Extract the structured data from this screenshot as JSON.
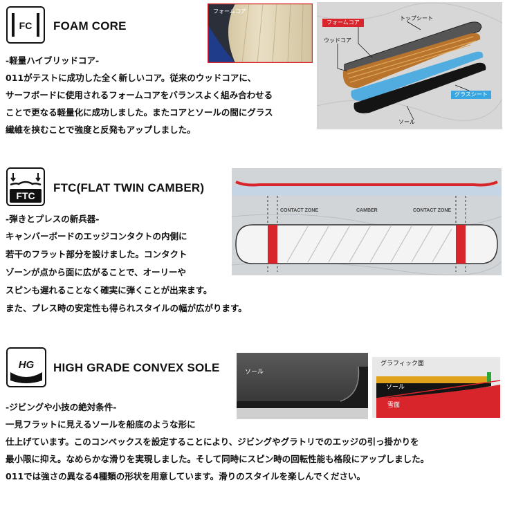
{
  "sections": [
    {
      "icon_text": "FC",
      "title": "FOAM CORE",
      "subtitle": "-軽量ハイブリッドコア-",
      "lines": [
        "011がテストに成功した全く新しいコア。従来のウッドコアに、",
        "サーフボードに使用されるフォームコアをバランスよく組み合わせる",
        "ことで更なる軽量化に成功しました。またコアとソールの間にグラス",
        "繊維を挟むことで強度と反発もアップしました。"
      ],
      "photo_label": "フォームコア",
      "diagram_labels": {
        "foam_core": "フォームコア",
        "top_sheet": "トップシート",
        "wood_core": "ウッドコア",
        "glass_sheet": "グラスシート",
        "sole": "ソール"
      }
    },
    {
      "icon_text": "FTC",
      "title": "FTC(FLAT TWIN CAMBER)",
      "subtitle": "-弾きとプレスの新兵器-",
      "lines": [
        "キャンバーボードのエッジコンタクトの内側に",
        "若干のフラット部分を設けました。コンタクト",
        "ゾーンが点から面に広がることで、オーリーや",
        "スピンも遅れることなく確実に弾くことが出来ます。",
        "また、プレス時の安定性も得られスタイルの幅が広がります。"
      ],
      "diagram_labels": {
        "left": "CONTACT ZONE",
        "middle": "CAMBER",
        "right": "CONTACT ZONE"
      }
    },
    {
      "icon_text": "HG",
      "title": "HIGH GRADE CONVEX SOLE",
      "subtitle": "-ジビングや小技の絶対条件-",
      "lines": [
        "一見フラットに見えるソールを船底のような形に",
        "仕上げています。このコンベックスを設定することにより、ジビングやグラトリでのエッジの引っ掛かりを",
        "最小限に抑え。なめらかな滑りを実現しました。そして同時にスピン時の回転性能も格段にアップしました。",
        "011では強さの異なる4種類の形状を用意しています。滑りのスタイルを楽しんでください。"
      ],
      "photo_label": "ソール",
      "diagram_labels": {
        "graphic": "グラフィック面",
        "sole": "ソール",
        "snow": "雪面"
      }
    }
  ],
  "colors": {
    "accent_red": "#d8242b",
    "glass_blue": "#3aa6e0",
    "dark": "#1a1a1a"
  }
}
